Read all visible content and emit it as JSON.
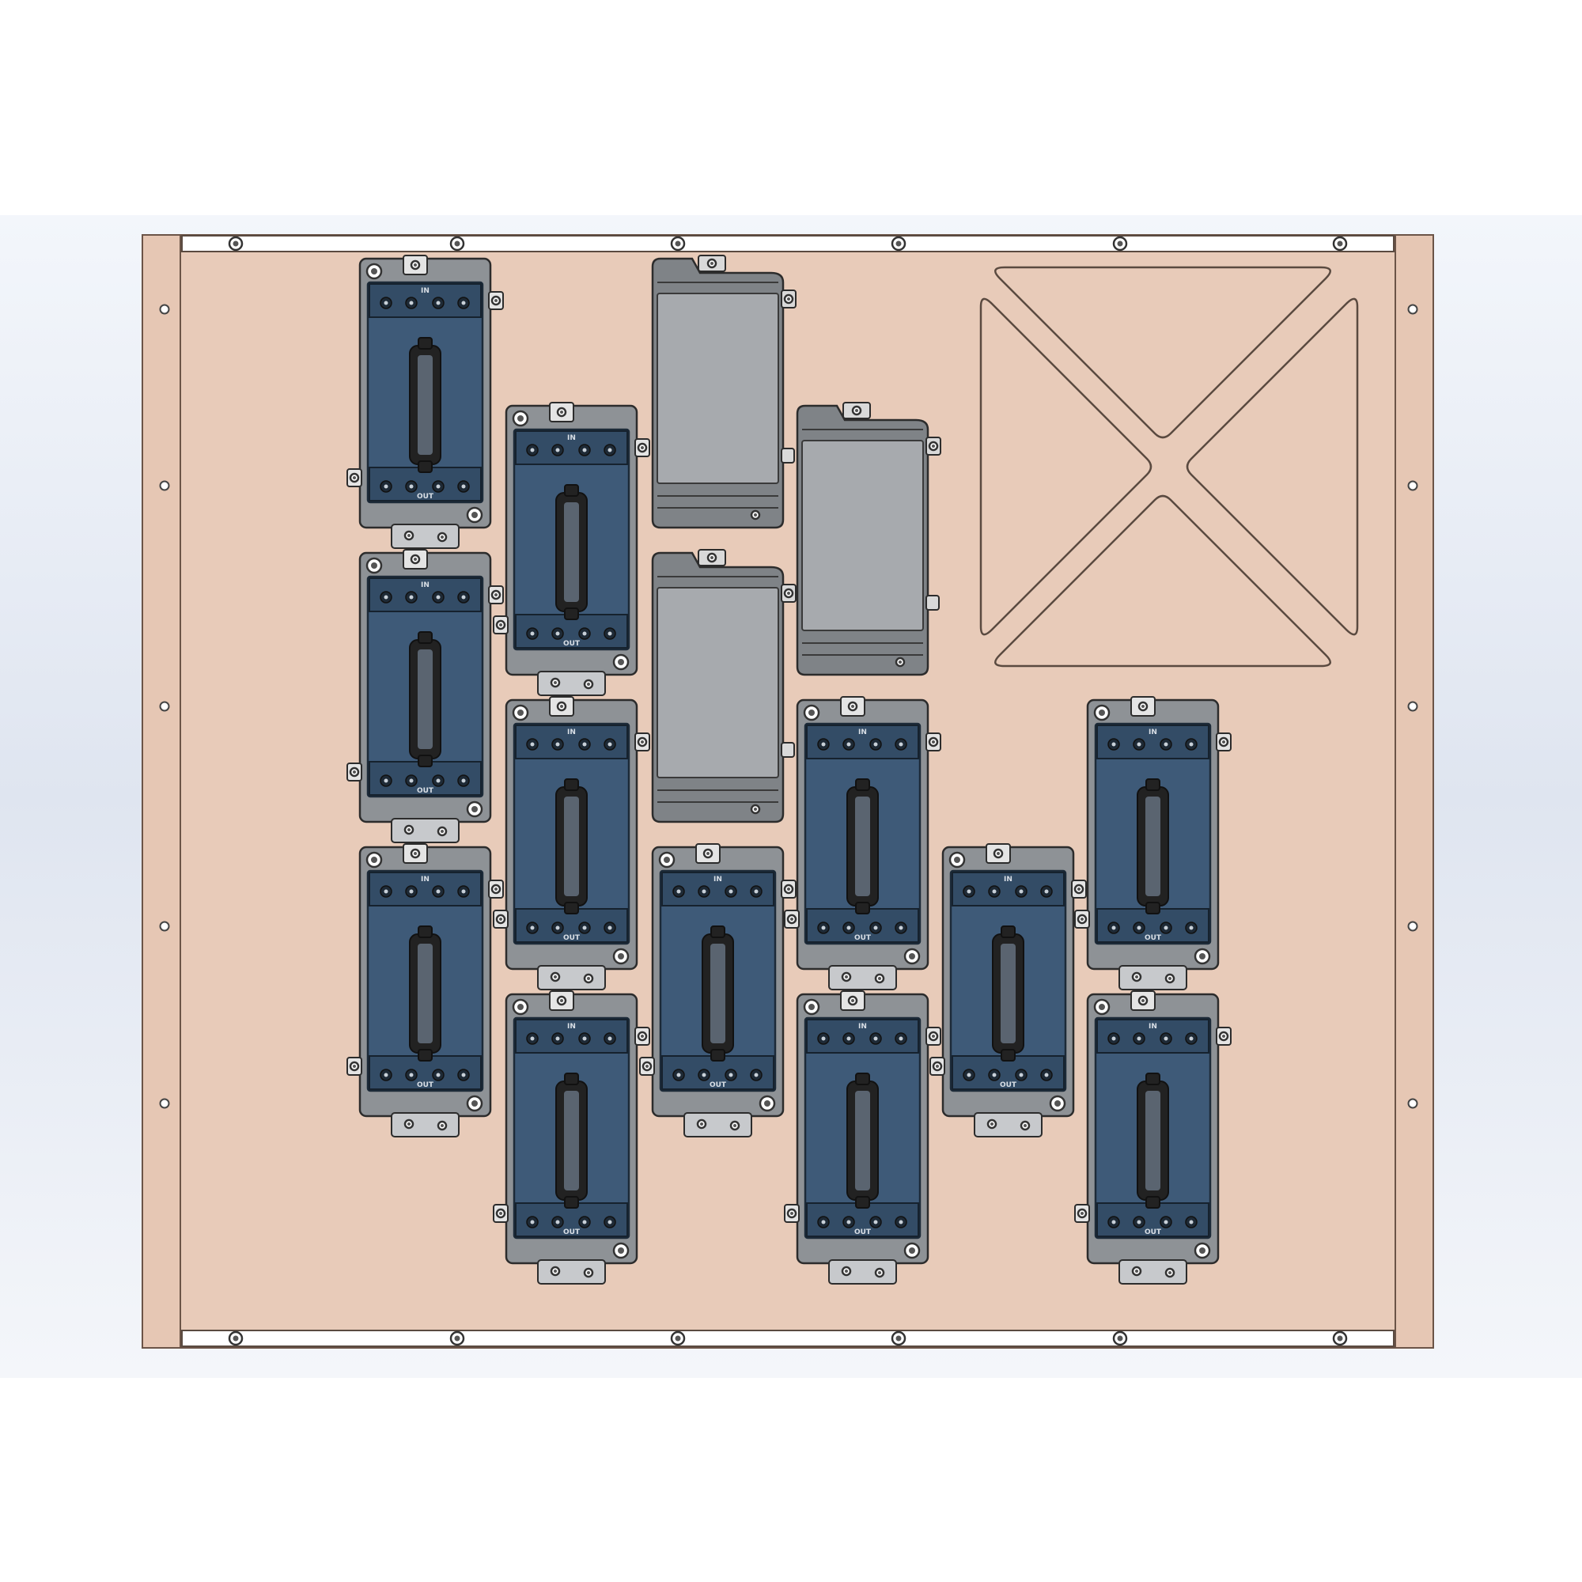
{
  "colors": {
    "panel": "#e8cbb9",
    "module_body": "#3e5a78",
    "module_frame": "#8e9296",
    "blank_plate": "#a7aaae",
    "backdrop": "#e4e9f2"
  },
  "module_labels": {
    "top": "IN",
    "bottom": "OUT"
  },
  "modules": [
    {
      "kind": "connector",
      "col": 0,
      "row": 0
    },
    {
      "kind": "connector",
      "col": 0,
      "row": 1
    },
    {
      "kind": "connector",
      "col": 0,
      "row": 2
    },
    {
      "kind": "connector",
      "col": 1,
      "row": 0
    },
    {
      "kind": "connector",
      "col": 1,
      "row": 1
    },
    {
      "kind": "connector",
      "col": 1,
      "row": 2
    },
    {
      "kind": "blank",
      "col": 2,
      "row": 0
    },
    {
      "kind": "blank",
      "col": 2,
      "row": 1
    },
    {
      "kind": "connector",
      "col": 2,
      "row": 2
    },
    {
      "kind": "blank",
      "col": 3,
      "row": 0
    },
    {
      "kind": "connector",
      "col": 3,
      "row": 1
    },
    {
      "kind": "connector",
      "col": 3,
      "row": 2
    },
    {
      "kind": "connector",
      "col": 4,
      "row": 0
    },
    {
      "kind": "connector",
      "col": 5,
      "row": 0
    },
    {
      "kind": "connector",
      "col": 5,
      "row": 1
    }
  ]
}
